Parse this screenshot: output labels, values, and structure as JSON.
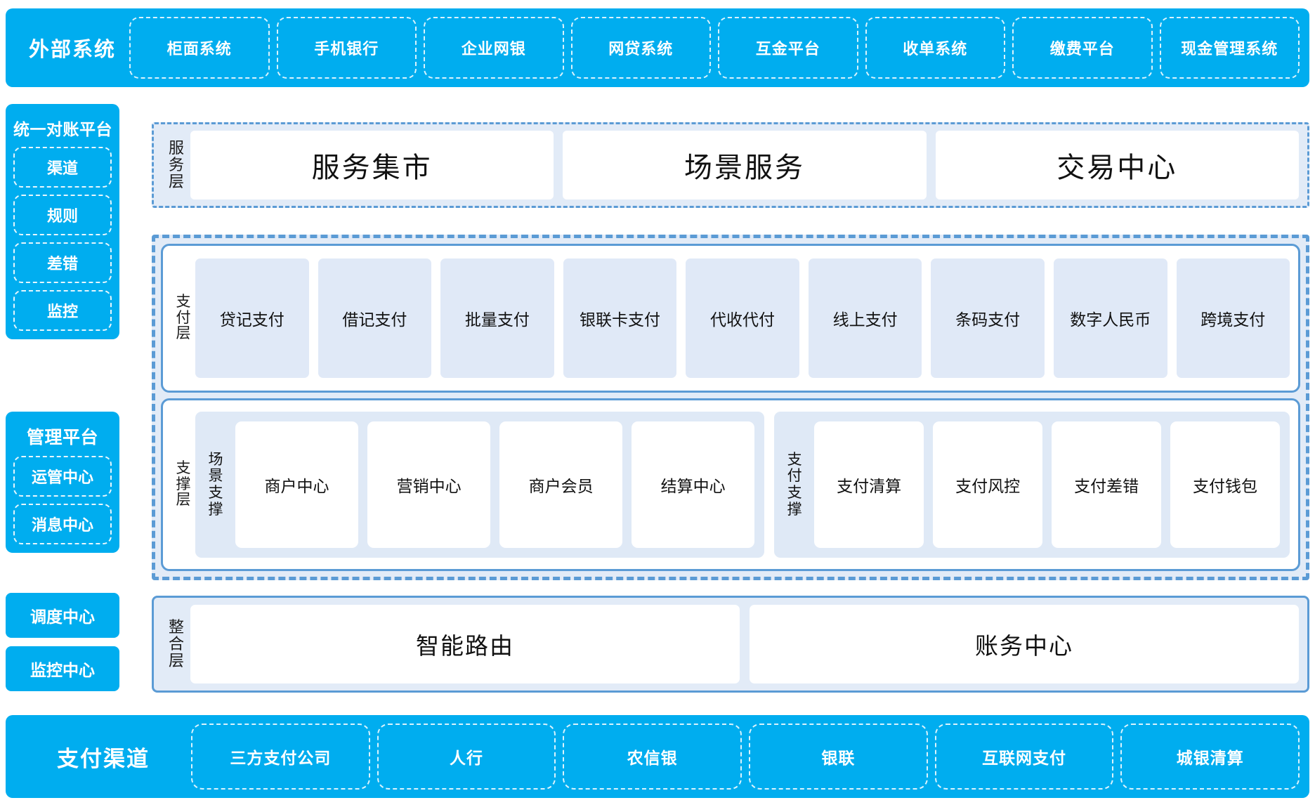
{
  "colors": {
    "brand_cyan": "#00ADEF",
    "layer_bg": "#E2EBF7",
    "layer_border": "#5B9BD5",
    "card_blue": "#E0E9F7",
    "card_white": "#FFFFFF",
    "text_dark": "#111111",
    "text_on_brand": "#FFFFFF"
  },
  "external_systems": {
    "title": "外部系统",
    "items": [
      "柜面系统",
      "手机银行",
      "企业网银",
      "网贷系统",
      "互金平台",
      "收单系统",
      "缴费平台",
      "现金管理系统"
    ]
  },
  "sidebar": {
    "reconciliation": {
      "title": "统一对账平台",
      "items": [
        "渠道",
        "规则",
        "差错",
        "监控"
      ]
    },
    "management": {
      "title": "管理平台",
      "items": [
        "运管中心",
        "消息中心"
      ]
    },
    "standalone": [
      "调度中心",
      "监控中心"
    ]
  },
  "service_layer": {
    "label": "服务层",
    "cards": [
      "服务集市",
      "场景服务",
      "交易中心"
    ]
  },
  "payment_layer": {
    "label": "支付层",
    "cards": [
      "贷记支付",
      "借记支付",
      "批量支付",
      "银联卡支付",
      "代收代付",
      "线上支付",
      "条码支付",
      "数字人民币",
      "跨境支付"
    ]
  },
  "support_layer": {
    "label": "支撑层",
    "groups": [
      {
        "label": "场景支撑",
        "cards": [
          "商户中心",
          "营销中心",
          "商户会员",
          "结算中心"
        ]
      },
      {
        "label": "支付支撑",
        "cards": [
          "支付清算",
          "支付风控",
          "支付差错",
          "支付钱包"
        ]
      }
    ]
  },
  "integration_layer": {
    "label": "整合层",
    "cards": [
      "智能路由",
      "账务中心"
    ]
  },
  "payment_channels": {
    "title": "支付渠道",
    "items": [
      "三方支付公司",
      "人行",
      "农信银",
      "银联",
      "互联网支付",
      "城银清算"
    ]
  }
}
